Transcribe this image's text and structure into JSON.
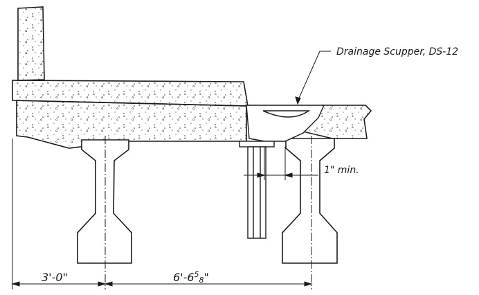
{
  "callout": {
    "text": "Drainage Scupper, DS-12"
  },
  "clearance": {
    "text": "1\" min."
  },
  "dimensions": {
    "left": "3'-0\"",
    "right_main": "6'-6",
    "right_sup": "5",
    "right_sub": "8",
    "right_tail": "\""
  }
}
